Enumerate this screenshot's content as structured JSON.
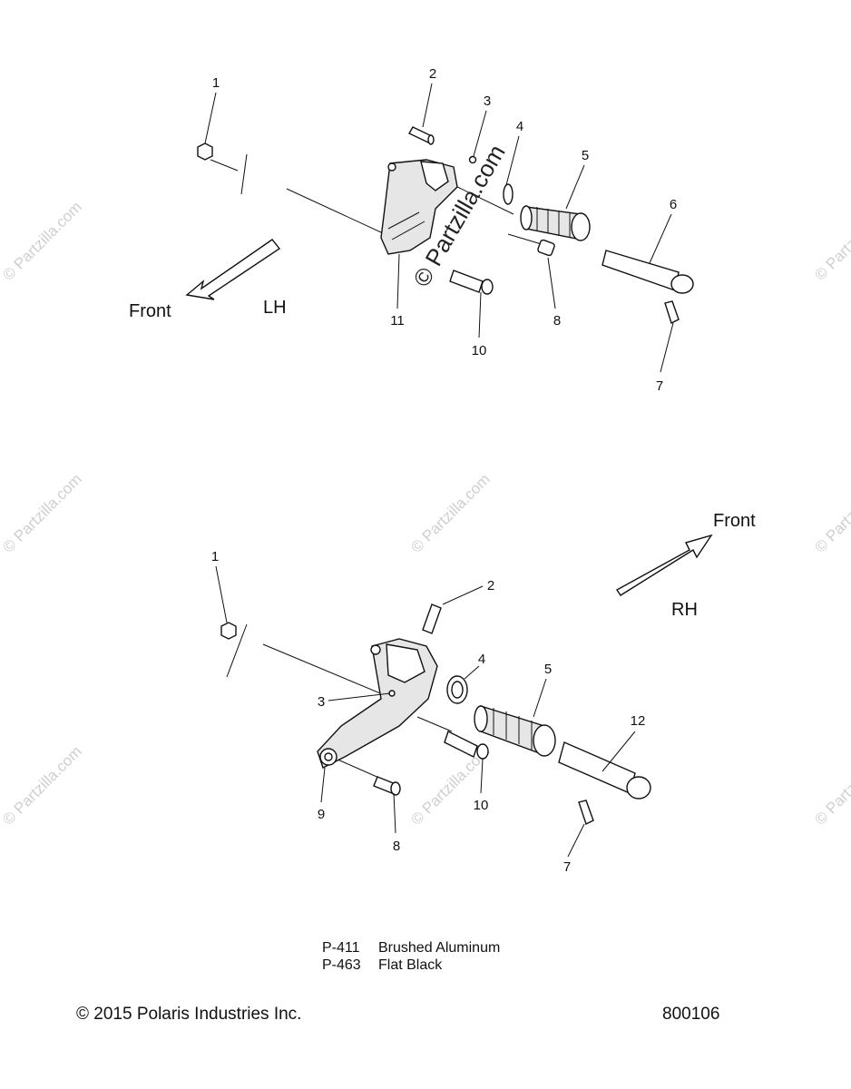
{
  "watermark": "© Partzilla.com",
  "center_watermark": "© Partzilla.com",
  "lh": {
    "side_label": "LH",
    "front_label": "Front",
    "callouts": [
      "1",
      "2",
      "3",
      "4",
      "5",
      "6",
      "7",
      "8",
      "10",
      "11"
    ]
  },
  "rh": {
    "side_label": "RH",
    "front_label": "Front",
    "callouts": [
      "1",
      "2",
      "3",
      "4",
      "5",
      "12",
      "7",
      "8",
      "9",
      "10"
    ]
  },
  "legend": [
    {
      "code": "P-411",
      "desc": "Brushed Aluminum"
    },
    {
      "code": "P-463",
      "desc": "Flat Black"
    }
  ],
  "footer": {
    "copyright": "© 2015 Polaris Industries Inc.",
    "diagram_number": "800106"
  }
}
